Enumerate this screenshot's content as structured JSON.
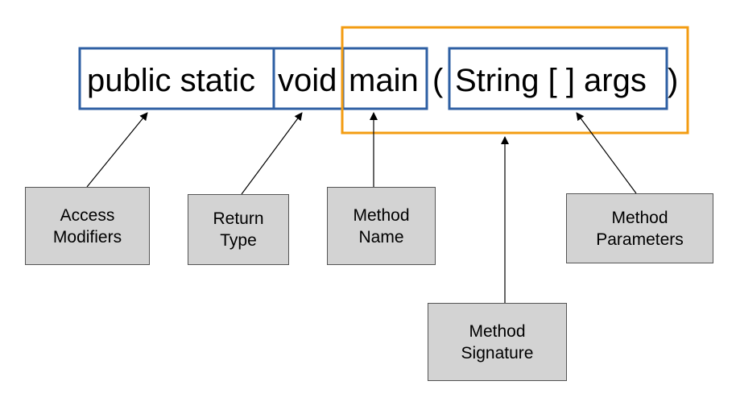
{
  "code": {
    "public_static": "public static",
    "void": "void",
    "main": "main",
    "open_paren": "(",
    "params": "String [ ] args",
    "close_paren": ")"
  },
  "labels": {
    "access_modifiers": [
      "Access",
      "Modifiers"
    ],
    "return_type": [
      "Return",
      "Type"
    ],
    "method_name": [
      "Method",
      "Name"
    ],
    "method_parameters": [
      "Method",
      "Parameters"
    ],
    "method_signature": [
      "Method",
      "Signature"
    ]
  },
  "colors": {
    "blue_box": "#2e5fa3",
    "orange_box": "#f39c12",
    "label_fill": "#d3d3d3",
    "arrow": "#000000"
  }
}
